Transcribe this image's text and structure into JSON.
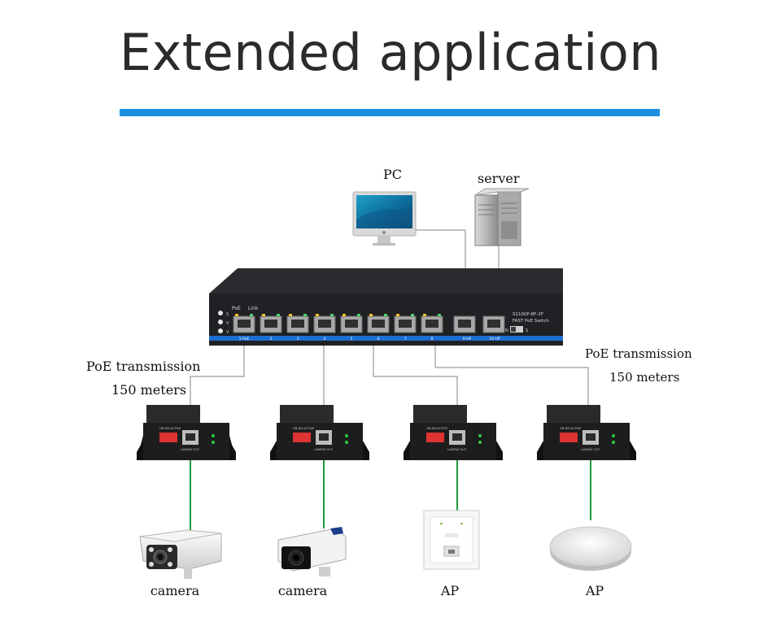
{
  "title": "Extended application",
  "colors": {
    "accent": "#1a8fe0",
    "link_line": "#9a9a9a",
    "device_line": "#1f9a3a",
    "switch_body": "#232427",
    "switch_strip": "#1c6fd1"
  },
  "labels": {
    "pc": "PC",
    "server": "server",
    "poe_left_line1": "PoE transmission",
    "poe_left_line2": "150 meters",
    "poe_right_line1": "PoE transmission",
    "poe_right_line2": "150 meters"
  },
  "switch": {
    "led_labels": [
      "S",
      "V",
      "V"
    ],
    "header_poe": "PoE",
    "header_link": "Link",
    "model": "S1100P-8F-2F",
    "subtitle": "FAST PoE Switch",
    "port_labels": [
      "1-PoE",
      "2",
      "3",
      "4",
      "5",
      "6",
      "7",
      "8",
      "9-UP",
      "10-UP"
    ],
    "dip_label": "N",
    "dip_label_2": "S"
  },
  "extender": {
    "top_text": "ON DIS:ACTIVE",
    "bottom_text": "LAN/PoE OUT"
  },
  "endpoints": [
    {
      "label": "camera",
      "icon": "bullet-camera-icon"
    },
    {
      "label": "camera",
      "icon": "box-camera-icon"
    },
    {
      "label": "AP",
      "icon": "wall-ap-icon"
    },
    {
      "label": "AP",
      "icon": "ceiling-ap-icon"
    }
  ]
}
